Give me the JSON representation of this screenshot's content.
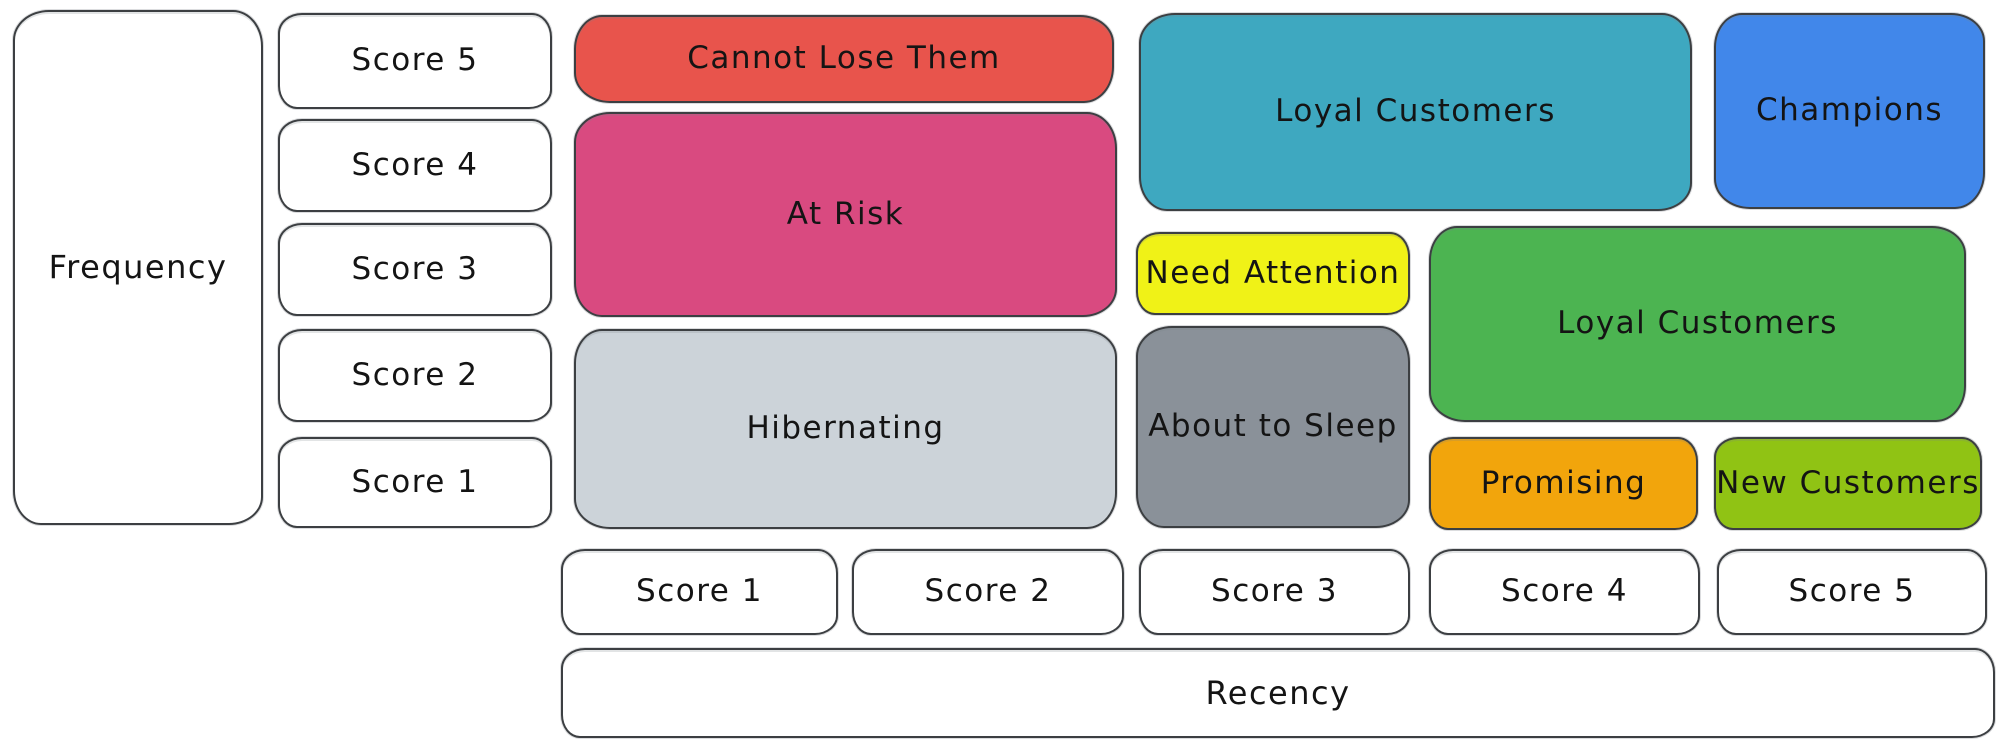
{
  "axes": {
    "frequency": {
      "label": "Frequency",
      "scores": [
        "Score 5",
        "Score 4",
        "Score 3",
        "Score 2",
        "Score 1"
      ]
    },
    "recency": {
      "label": "Recency",
      "scores": [
        "Score 1",
        "Score 2",
        "Score 3",
        "Score 4",
        "Score 5"
      ]
    }
  },
  "segments": {
    "cannot_lose": {
      "label": "Cannot Lose Them",
      "color": "#e8544c"
    },
    "at_risk": {
      "label": "At Risk",
      "color": "#d94a80"
    },
    "hibernating": {
      "label": "Hibernating",
      "color": "#ccd3d9"
    },
    "loyal_customers_top": {
      "label": "Loyal Customers",
      "color": "#3ea8c0"
    },
    "champions": {
      "label": "Champions",
      "color": "#4187ea"
    },
    "need_attention": {
      "label": "Need Attention",
      "color": "#f0f217"
    },
    "about_to_sleep": {
      "label": "About to Sleep",
      "color": "#8a9199"
    },
    "loyal_customers_mid": {
      "label": "Loyal Customers",
      "color": "#4cb451"
    },
    "promising": {
      "label": "Promising",
      "color": "#f2a50c"
    },
    "new_customers": {
      "label": "New Customers",
      "color": "#90c314"
    }
  },
  "colors": {
    "stroke": "#3c3f42",
    "background": "#ffffff",
    "text": "#141414"
  }
}
